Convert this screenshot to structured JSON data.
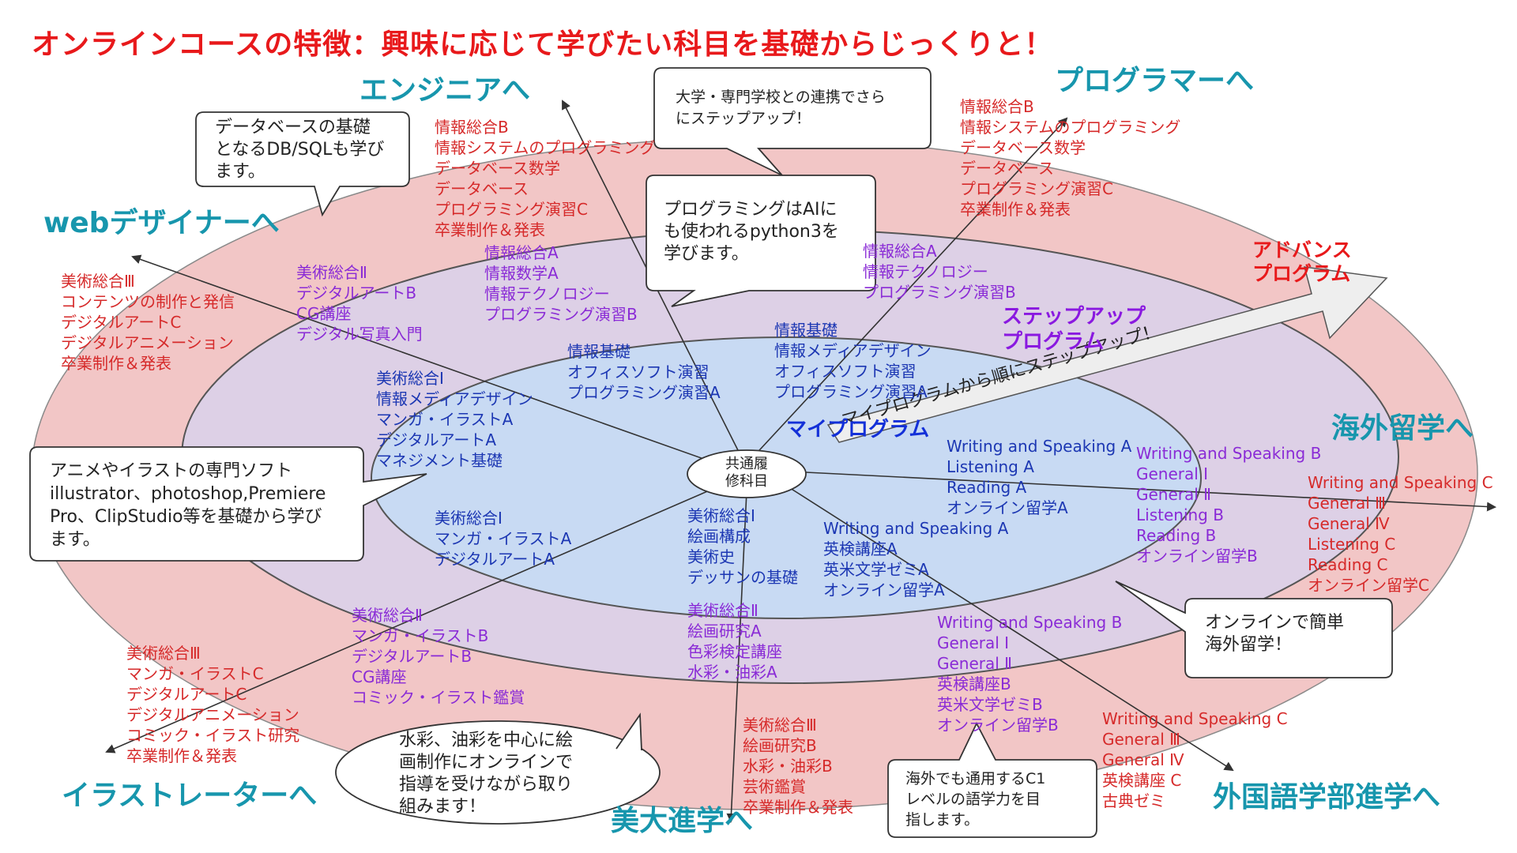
{
  "title": "オンラインコースの特徴：興味に応じて学びたい科目を基礎からじっくりと！",
  "center": [
    "共通履",
    "修科目"
  ],
  "rings": {
    "inner": "マイプログラム",
    "middle": [
      "ステップアップ",
      "プログラム"
    ],
    "outer": [
      "アドバンス",
      "プログラム"
    ]
  },
  "arrow_text": "マイプログラムから順にステップアップ！",
  "destinations": {
    "engineer": "エンジニアへ",
    "programmer": "プログラマーへ",
    "web_designer": "webデザイナーへ",
    "study_abroad": "海外留学へ",
    "illustrator": "イラストレーターへ",
    "art_university": "美大進学へ",
    "foreign_language": "外国語学部進学へ"
  },
  "callouts": {
    "database": [
      "データベースの基礎",
      "となるDB/SQLも学び",
      "ます。"
    ],
    "university": [
      "大学・専門学校との連携でさら",
      "にステップアップ！"
    ],
    "python": [
      "プログラミングはAIに",
      "も使われるpython3を",
      "学びます。"
    ],
    "anime": [
      "アニメやイラストの専門ソフト",
      "illustrator、photoshop,Premiere",
      "Pro、ClipStudio等を基礎から学び",
      "ます。"
    ],
    "online_abroad": [
      "オンラインで簡単",
      "海外留学！"
    ],
    "watercolor": [
      "水彩、油彩を中心に絵",
      "画制作にオンラインで",
      "指導を受けながら取り",
      "組みます！"
    ],
    "c1_level": [
      "海外でも通用するC1",
      "レベルの語学力を目",
      "指します。"
    ]
  },
  "course_lists": {
    "engineer_adv": [
      "情報総合B",
      "情報システムのプログラミング",
      "データベース数学",
      "データベース",
      "プログラミング演習C",
      "卒業制作＆発表"
    ],
    "programmer_adv": [
      "情報総合B",
      "情報システムのプログラミング",
      "データベース数学",
      "データベース",
      "プログラミング演習C",
      "卒業制作＆発表"
    ],
    "web_adv": [
      "美術総合Ⅲ",
      "コンテンツの制作と発信",
      "デジタルアートC",
      "デジタルアニメーション",
      "卒業制作＆発表"
    ],
    "web_step": [
      "美術総合Ⅱ",
      "デジタルアートB",
      "CG講座",
      "デジタル写真入門"
    ],
    "engineer_step": [
      "情報総合A",
      "情報数学A",
      "情報テクノロジー",
      "プログラミング演習B"
    ],
    "programmer_step": [
      "情報総合A",
      "情報テクノロジー",
      "プログラミング演習B"
    ],
    "engineer_my": [
      "情報基礎",
      "オフィスソフト演習",
      "プログラミング演習A"
    ],
    "programmer_my": [
      "情報基礎",
      "情報メディアデザイン",
      "オフィスソフト演習",
      "プログラミング演習A"
    ],
    "web_my": [
      "美術総合Ⅰ",
      "情報メディアデザイン",
      "マンガ・イラストA",
      "デジタルアートA",
      "マネジメント基礎"
    ],
    "abroad_my": [
      "Writing and Speaking A",
      "Listening A",
      "Reading A",
      "オンライン留学A"
    ],
    "abroad_step": [
      "Writing and Speaking B",
      "General Ⅰ",
      "General Ⅱ",
      "Listening B",
      "Reading B",
      "オンライン留学B"
    ],
    "abroad_adv": [
      "Writing and Speaking C",
      "General Ⅲ",
      "General Ⅳ",
      "Listening C",
      "Reading C",
      "オンライン留学C"
    ],
    "illustrator_my": [
      "美術総合Ⅰ",
      "マンガ・イラストA",
      "デジタルアートA"
    ],
    "illustrator_step": [
      "美術総合Ⅱ",
      "マンガ・イラストB",
      "デジタルアートB",
      "CG講座",
      "コミック・イラスト鑑賞"
    ],
    "illustrator_adv": [
      "美術総合Ⅲ",
      "マンガ・イラストC",
      "デジタルアートC",
      "デジタルアニメーション",
      "コミック・イラスト研究",
      "卒業制作＆発表"
    ],
    "art_my": [
      "美術総合Ⅰ",
      "絵画構成",
      "美術史",
      "デッサンの基礎"
    ],
    "art_step": [
      "美術総合Ⅱ",
      "絵画研究A",
      "色彩検定講座",
      "水彩・油彩A"
    ],
    "art_adv": [
      "美術総合Ⅲ",
      "絵画研究B",
      "水彩・油彩B",
      "芸術鑑賞",
      "卒業制作＆発表"
    ],
    "foreign_my": [
      "Writing and Speaking A",
      "英検講座A",
      "英米文学ゼミA",
      "オンライン留学A"
    ],
    "foreign_step": [
      "Writing and Speaking B",
      "General Ⅰ",
      "General Ⅱ",
      "英検講座B",
      "英米文学ゼミB",
      "オンライン留学B"
    ],
    "foreign_adv": [
      "Writing and Speaking C",
      "General Ⅲ",
      "General Ⅳ",
      "英検講座 C",
      "古典ゼミ"
    ]
  }
}
